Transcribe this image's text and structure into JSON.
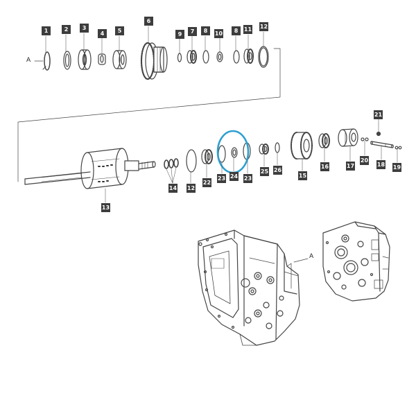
{
  "callouts": [
    {
      "id": "c1",
      "label": "1"
    },
    {
      "id": "c2",
      "label": "2"
    },
    {
      "id": "c3",
      "label": "3"
    },
    {
      "id": "c4",
      "label": "4"
    },
    {
      "id": "c5",
      "label": "5"
    },
    {
      "id": "c6",
      "label": "6"
    },
    {
      "id": "c9",
      "label": "9"
    },
    {
      "id": "c7",
      "label": "7"
    },
    {
      "id": "c8a",
      "label": "8"
    },
    {
      "id": "c10",
      "label": "10"
    },
    {
      "id": "c8b",
      "label": "8"
    },
    {
      "id": "c11",
      "label": "11"
    },
    {
      "id": "c12a",
      "label": "12"
    },
    {
      "id": "c13",
      "label": "13"
    },
    {
      "id": "c14",
      "label": "14"
    },
    {
      "id": "c12b",
      "label": "12"
    },
    {
      "id": "c22",
      "label": "22"
    },
    {
      "id": "c23a",
      "label": "23"
    },
    {
      "id": "c24",
      "label": "24"
    },
    {
      "id": "c23b",
      "label": "23"
    },
    {
      "id": "c25",
      "label": "25"
    },
    {
      "id": "c26",
      "label": "26"
    },
    {
      "id": "c15",
      "label": "15"
    },
    {
      "id": "c16",
      "label": "16"
    },
    {
      "id": "c17",
      "label": "17"
    },
    {
      "id": "c20",
      "label": "20"
    },
    {
      "id": "c18",
      "label": "18"
    },
    {
      "id": "c19",
      "label": "19"
    },
    {
      "id": "c21",
      "label": "21"
    }
  ],
  "connector_letters": {
    "top": "A",
    "housing": "A"
  },
  "colors": {
    "callout_bg": "#3d3d3d",
    "callout_text": "#ffffff",
    "line": "#444444",
    "highlight": "#2e9fd0"
  }
}
